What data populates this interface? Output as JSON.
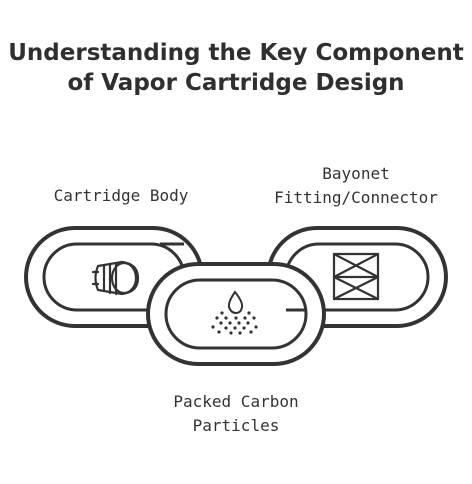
{
  "title": {
    "line1": "Understanding the Key Component",
    "line2": "of Vapor Cartridge Design"
  },
  "components": [
    {
      "label_line1": "Cartridge Body",
      "label_line2": "",
      "icon": "cartridge-body-icon"
    },
    {
      "label_line1": "Packed Carbon",
      "label_line2": "Particles",
      "icon": "carbon-particles-icon"
    },
    {
      "label_line1": "Bayonet",
      "label_line2": "Fitting/Connector",
      "icon": "bayonet-connector-icon"
    }
  ],
  "colors": {
    "stroke": "#333333",
    "background": "#ffffff"
  }
}
